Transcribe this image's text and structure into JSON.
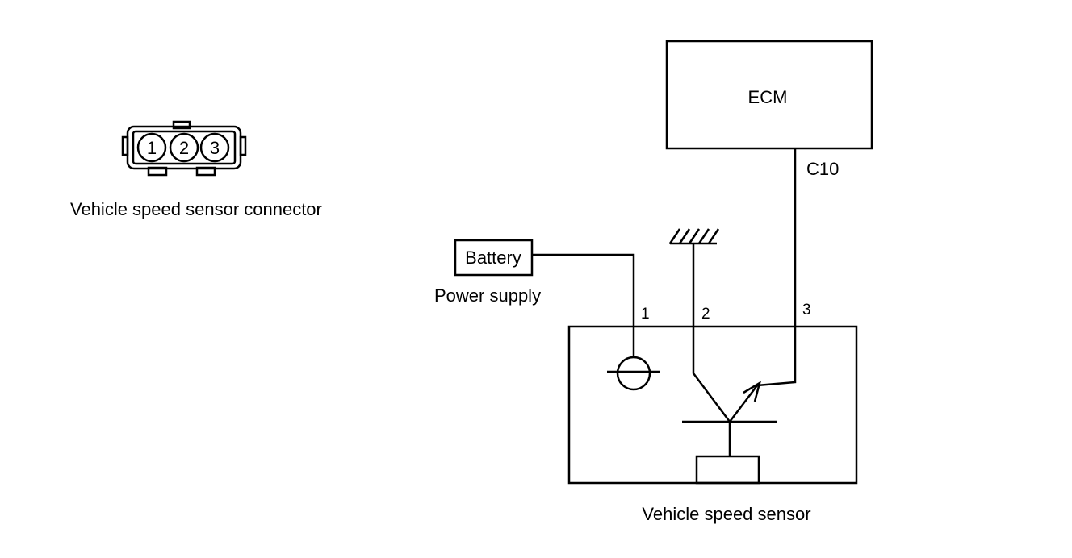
{
  "connector": {
    "caption": "Vehicle speed sensor connector",
    "pins": [
      "1",
      "2",
      "3"
    ]
  },
  "ecm": {
    "label": "ECM",
    "terminal": "C10"
  },
  "battery": {
    "label": "Battery",
    "caption": "Power supply"
  },
  "sensor": {
    "caption": "Vehicle speed sensor",
    "terminals": [
      "1",
      "2",
      "3"
    ]
  }
}
